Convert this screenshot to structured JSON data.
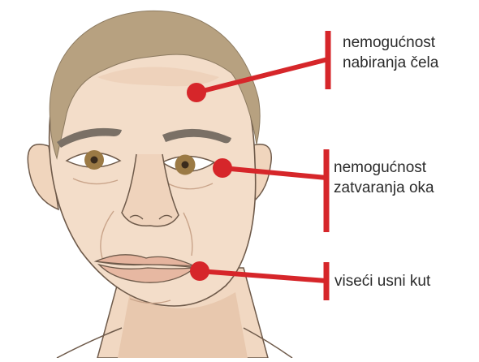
{
  "colors": {
    "callout": "#d6262a",
    "skin": "#f3ddc9",
    "skin_shadow": "#e3c1a6",
    "hair": "#b7a180",
    "iris": "#9b7a45",
    "outline": "#6e5a4a",
    "lips": "#e5b49e",
    "label_text": "#2b2b2b"
  },
  "callouts": [
    {
      "id": "forehead",
      "target": "forehead",
      "lines": [
        "nemogućnost",
        "nabiranja čela"
      ]
    },
    {
      "id": "eye",
      "target": "left eye",
      "lines": [
        "nemogućnost",
        "zatvaranja oka"
      ]
    },
    {
      "id": "mouth",
      "target": "mouth corner",
      "lines": [
        "viseći usni kut"
      ]
    }
  ]
}
